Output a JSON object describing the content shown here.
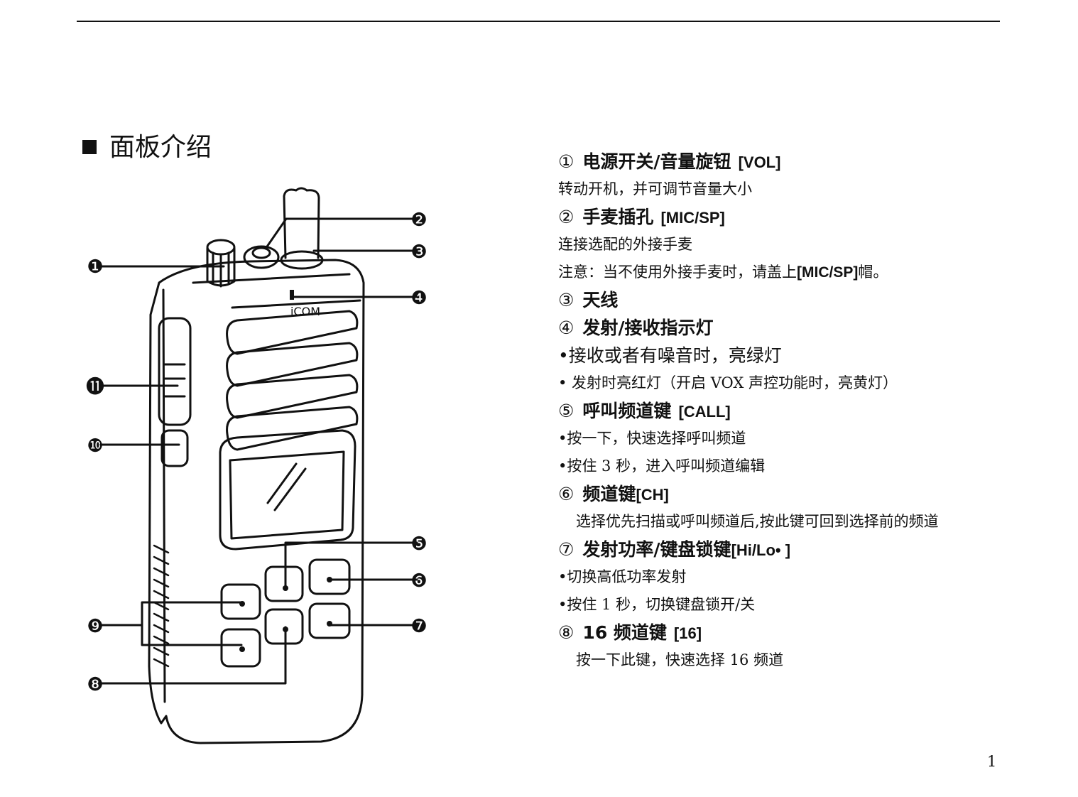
{
  "section": {
    "bullet": "■",
    "title": "面板介绍"
  },
  "diagram": {
    "logo": "iCOM",
    "callouts": [
      "❶",
      "❷",
      "❸",
      "❹",
      "❺",
      "❻",
      "❼",
      "❽",
      "❾",
      "❿",
      "⓫"
    ]
  },
  "items": [
    {
      "num": "①",
      "title": "电源开关/音量旋钮",
      "code": "[VOL]",
      "desc": [
        "转动开机，并可调节音量大小"
      ]
    },
    {
      "num": "②",
      "title": "手麦插孔",
      "code": "[MIC/SP]",
      "desc": [
        "连接选配的外接手麦"
      ],
      "note": {
        "pre": "注意：当不使用外接手麦时，请盖上",
        "code": "[MIC/SP]",
        "post": "帽。"
      }
    },
    {
      "num": "③",
      "title": "天线",
      "code": "",
      "desc": []
    },
    {
      "num": "④",
      "title": "发射/接收指示灯",
      "code": "",
      "desc": [
        "•接收或者有噪音时，亮绿灯",
        "•  发射时亮红灯（开启 VOX 声控功能时，亮黄灯）"
      ]
    },
    {
      "num": "⑤",
      "title": "呼叫频道键",
      "code": "[CALL]",
      "desc": [
        "•按一下，快速选择呼叫频道",
        "•按住 3 秒，进入呼叫频道编辑"
      ]
    },
    {
      "num": "⑥",
      "title": "频道键",
      "code": "[CH]",
      "desc": [
        "选择优先扫描或呼叫频道后,按此键可回到选择前的频道"
      ]
    },
    {
      "num": "⑦",
      "title": "发射功率/键盘锁键",
      "code": "[Hi/Lo• ]",
      "desc": [
        "•切换高低功率发射",
        "•按住 1 秒，切换键盘锁开/关"
      ]
    },
    {
      "num": "⑧",
      "title": "16 频道键",
      "code": "[16]",
      "desc": [
        "按一下此键，快速选择 16 频道"
      ]
    }
  ],
  "page_number": "1"
}
